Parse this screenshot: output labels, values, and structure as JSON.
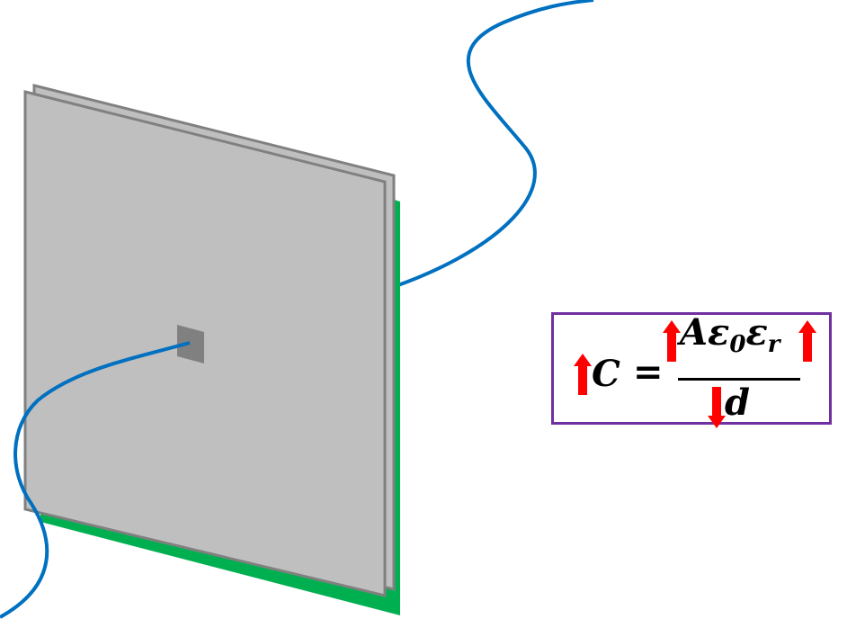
{
  "formula": {
    "lhs": "C",
    "equals": "=",
    "numerator": {
      "area": "A",
      "eps0_base": "ε",
      "eps0_sub": "0",
      "epsr_base": "ε",
      "epsr_sub": "r"
    },
    "denominator": "d"
  },
  "colors": {
    "plate_fill": "#bfbfbf",
    "plate_edge": "#808080",
    "dielectric": "#00b050",
    "wire": "#0070c0",
    "arrow": "#ff0000",
    "formula_border": "#7030a0",
    "contact_pad": "#808080"
  },
  "arrows": {
    "capacitance": "up",
    "area": "up",
    "relative_permittivity": "up",
    "distance": "down"
  }
}
